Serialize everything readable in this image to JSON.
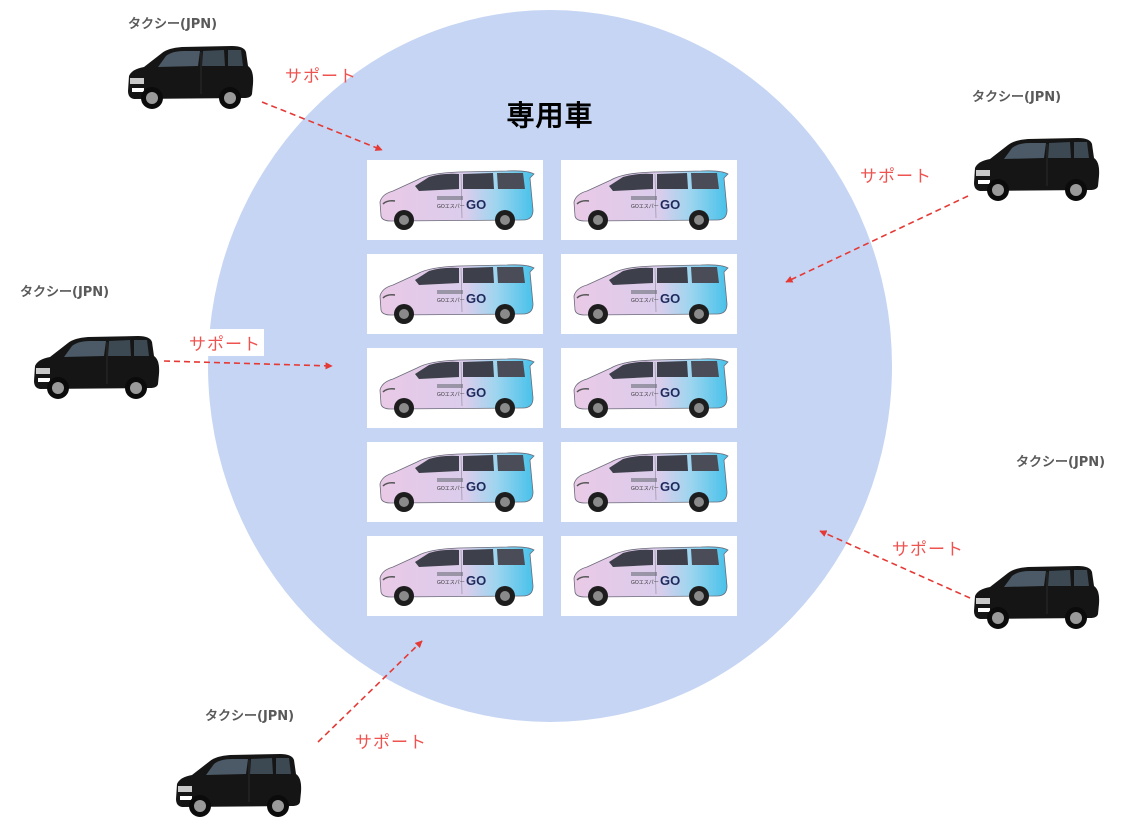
{
  "title": "専用車",
  "taxi_label": "タクシー(JPN)",
  "support_label": "サポート",
  "van_badge": "GO",
  "van_caption": "GOエスパー",
  "colors": {
    "circle": "#c5d5f3",
    "arrow": "#e53935",
    "support_text": "#ef5350",
    "taxi_body": "#151515"
  },
  "taxis": [
    {
      "label": "タクシー(JPN)"
    },
    {
      "label": "タクシー(JPN)"
    },
    {
      "label": "タクシー(JPN)"
    },
    {
      "label": "タクシー(JPN)"
    },
    {
      "label": "タクシー(JPN)"
    }
  ],
  "supports": [
    {
      "label": "サポート"
    },
    {
      "label": "サポート"
    },
    {
      "label": "サポート"
    },
    {
      "label": "サポート"
    },
    {
      "label": "サポート"
    }
  ],
  "van_count": 10
}
